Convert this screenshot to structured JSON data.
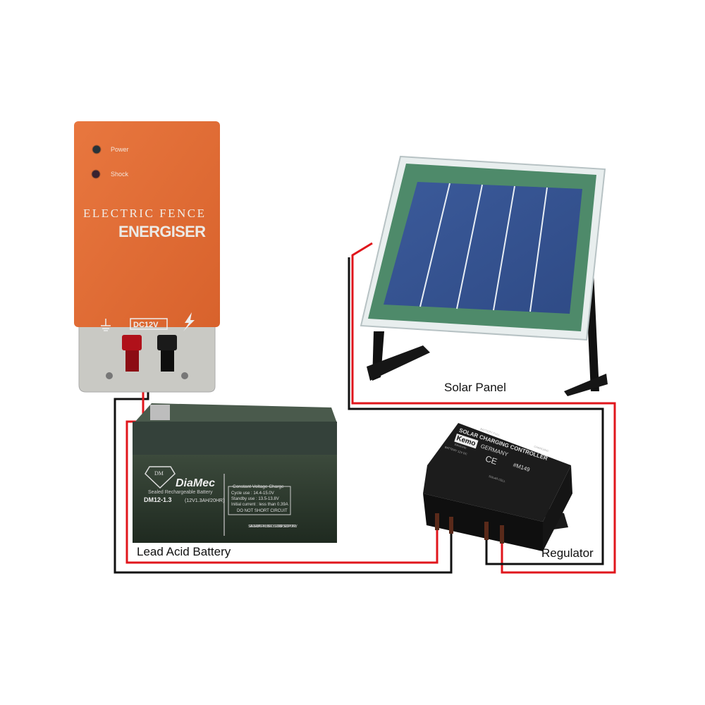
{
  "energiser": {
    "power_label": "Power",
    "shock_label": "Shock",
    "title_line1": "ELECTRIC FENCE",
    "title_line2": "ENERGISER",
    "voltage_badge": "DC12V",
    "body_color": "#e2703a",
    "ground_icon": "ground-icon",
    "bolt_icon": "lightning-bolt-icon"
  },
  "battery": {
    "brand": "DiaMec",
    "logo_text": "DM",
    "subtitle": "Sealed Rechargeable Battery",
    "model": "DM12-1.3",
    "rating": "(12V1.3AH/20HR)",
    "charge_box_title": "Constant Voltage Charge",
    "charge_lines": [
      "Cycle use    : 14.4-15.0V",
      "Standby use  : 13.5-13.8V",
      "Initial current : less than 0.39A",
      "DO NOT SHORT CIRCUIT"
    ],
    "recycle_text": "SEALED LEAD BATTERY MUST BE RECYCLED OR DISPOSED OF PROPERLY",
    "caption": "Lead Acid Battery"
  },
  "solar_panel": {
    "caption": "Solar Panel"
  },
  "regulator": {
    "title": "SOLAR CHARGING CONTROLLER",
    "brand": "Kemo",
    "brand_sub": "Electronic",
    "country": "GERMANY",
    "model": "#M149",
    "battery_full": "BATTERY FULL",
    "charging": "CHARGING",
    "battery_label": "BATTERY 12V DC",
    "solar_cell": "SOLAR CELL",
    "ce_mark": "CE",
    "caption": "Regulator"
  },
  "wires": {
    "positive_color": "#e0161c",
    "negative_color": "#111111"
  }
}
